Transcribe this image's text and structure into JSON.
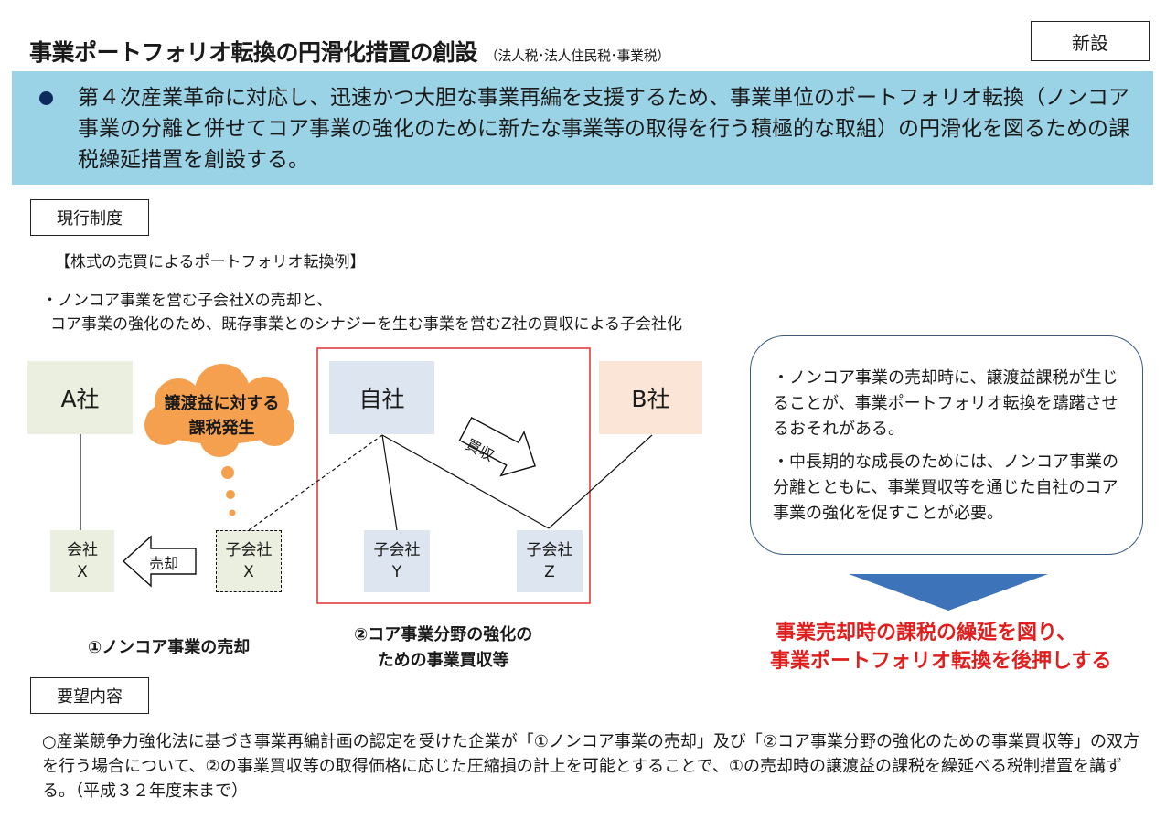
{
  "header": {
    "title": "事業ポートフォリオ転換の円滑化措置の創設",
    "subtitle": "（法人税･法人住民税･事業税）",
    "badge": "新設"
  },
  "banner": {
    "text": "第４次産業革命に対応し、迅速かつ大胆な事業再編を支援するため、事業単位のポートフォリオ転換（ノンコア事業の分離と併せてコア事業の強化のために新たな事業等の取得を行う積極的な取組）の円滑化を図るための課税繰延措置を創設する。"
  },
  "current": {
    "label": "現行制度",
    "example_heading": "【株式の売買によるポートフォリオ転換例】",
    "desc_line1": "・ノンコア事業を営む子会社Xの売却と、",
    "desc_line2": "コア事業の強化のため、既存事業とのシナジーを生む事業を営むZ社の買収による子会社化"
  },
  "diagram": {
    "company_a": "A社",
    "company_self": "自社",
    "company_b": "B社",
    "company_x_line1": "会社",
    "company_x_line2": "X",
    "sub_x_line1": "子会社",
    "sub_x_line2": "X",
    "sub_y_line1": "子会社",
    "sub_y_line2": "Y",
    "sub_z_line1": "子会社",
    "sub_z_line2": "Z",
    "cloud_line1": "譲渡益に対する",
    "cloud_line2": "課税発生",
    "arrow_sell": "売却",
    "arrow_buy": "買収",
    "caption1": "①ノンコア事業の売却",
    "caption2_line1": "②コア事業分野の強化の",
    "caption2_line2": "ための事業買収等",
    "colors": {
      "a_box": "#ebefdf",
      "self_box": "#dde6f0",
      "b_box": "#fbe5d6",
      "cloud": "#f5a04e",
      "frame": "#e03030"
    }
  },
  "callout": {
    "point1": "・ノンコア事業の売却時に、譲渡益課税が生じることが、事業ポートフォリオ転換を躊躇させるおそれがある。",
    "point2": "・中長期的な成長のためには、ノンコア事業の分離とともに、事業買収等を通じた自社のコア事業の強化を促すことが必要。"
  },
  "conclusion": {
    "line1": "事業売却時の課税の繰延を図り、",
    "line2": "事業ポートフォリオ転換を後押しする"
  },
  "request": {
    "label": "要望内容",
    "text": "○産業競争力強化法に基づき事業再編計画の認定を受けた企業が「①ノンコア事業の売却」及び「②コア事業分野の強化のための事業買収等」の双方を行う場合について、②の事業買収等の取得価格に応じた圧縮損の計上を可能とすることで、①の売却時の譲渡益の課税を繰延べる税制措置を講ずる。（平成３２年度末まで）"
  }
}
